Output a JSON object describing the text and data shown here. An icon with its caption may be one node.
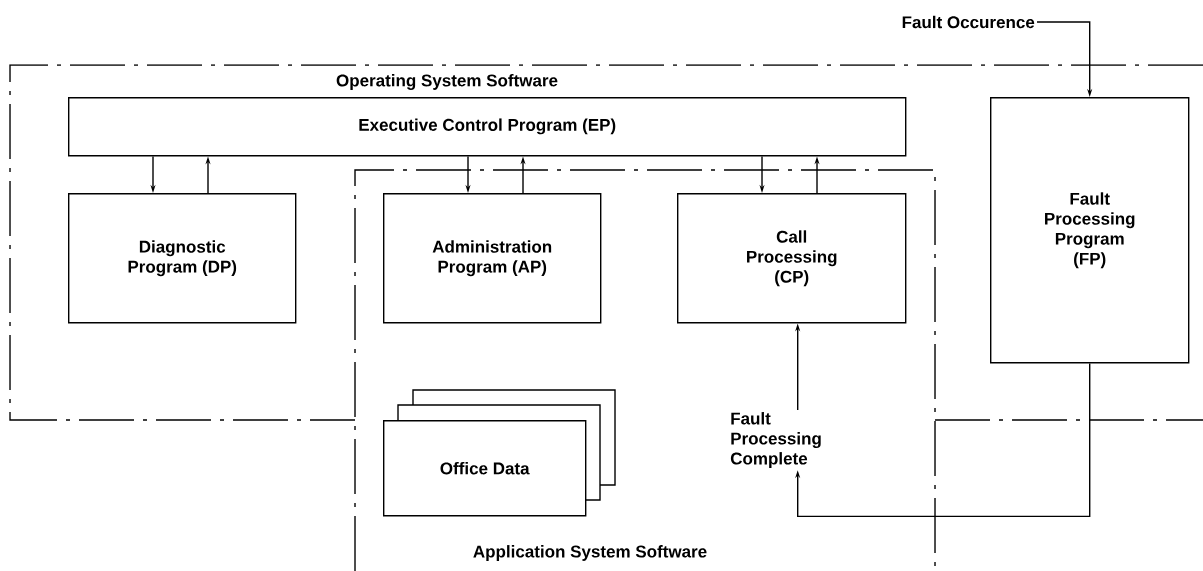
{
  "diagram": {
    "nodes": [
      {
        "text": [
          "Fault Occurence"
        ]
      },
      {
        "text": [
          "Operating System Software"
        ]
      },
      {
        "text": [
          "Executive Control Program (EP)"
        ],
        "in": 1
      },
      {
        "text": [
          "Diagnostic Program (DP)"
        ],
        "in": 1
      },
      {
        "text": [
          "Application System Software"
        ]
      },
      {
        "text": [
          "Administration Program (AP)"
        ]
      },
      {
        "text": [
          "Call Processing (CP)"
        ]
      },
      {
        "text": [
          "Office Data"
        ],
        "in": 4
      },
      {
        "text": [
          "Fault Processing Program (FP)"
        ],
        "in": 1
      },
      {
        "text": [
          "Fault Processing Complete"
        ],
        "in": 4
      }
    ],
    "edges": [
      {
        "from": 0,
        "to": 8,
        "arrow": "to"
      },
      {
        "from": 2,
        "to": 3,
        "arrow": "to"
      },
      {
        "from": 3,
        "to": 2,
        "arrow": "to"
      },
      {
        "from": 2,
        "to": 5,
        "arrow": "to"
      },
      {
        "from": 5,
        "to": 2,
        "arrow": "to"
      },
      {
        "from": 2,
        "to": 6,
        "arrow": "to"
      },
      {
        "from": 6,
        "to": 2,
        "arrow": "to"
      },
      {
        "from": 8,
        "to": 9,
        "arrow": "to"
      },
      {
        "from": 9,
        "to": 6,
        "arrow": "to"
      }
    ]
  }
}
